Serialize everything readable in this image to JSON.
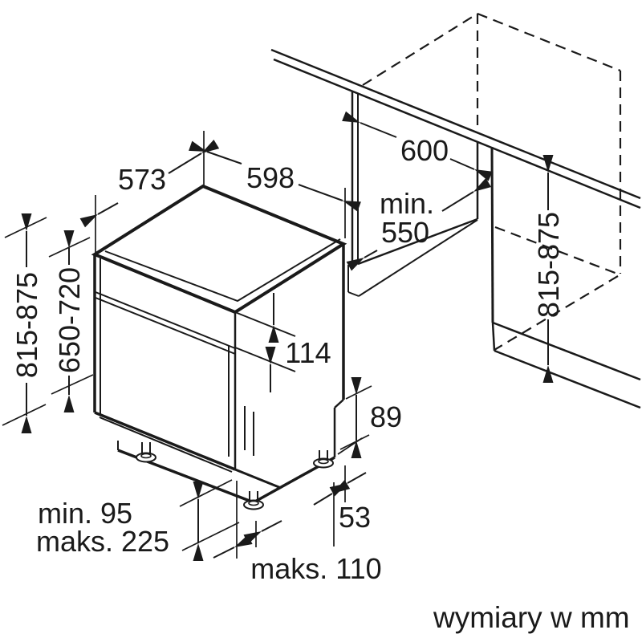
{
  "caption": "wymiary w mm",
  "labels": {
    "top_depth": "573",
    "width": "598",
    "niche_width": "600",
    "niche_depth_1": "min.",
    "niche_depth_2": "550",
    "height_left": "815-875",
    "front_height": "650-720",
    "niche_height": "815-875",
    "top_clearance": "114",
    "back_recess": "89",
    "foot_min": "min. 95",
    "foot_max": "maks. 225",
    "back_offset": "53",
    "plinth_recess": "maks. 110"
  }
}
